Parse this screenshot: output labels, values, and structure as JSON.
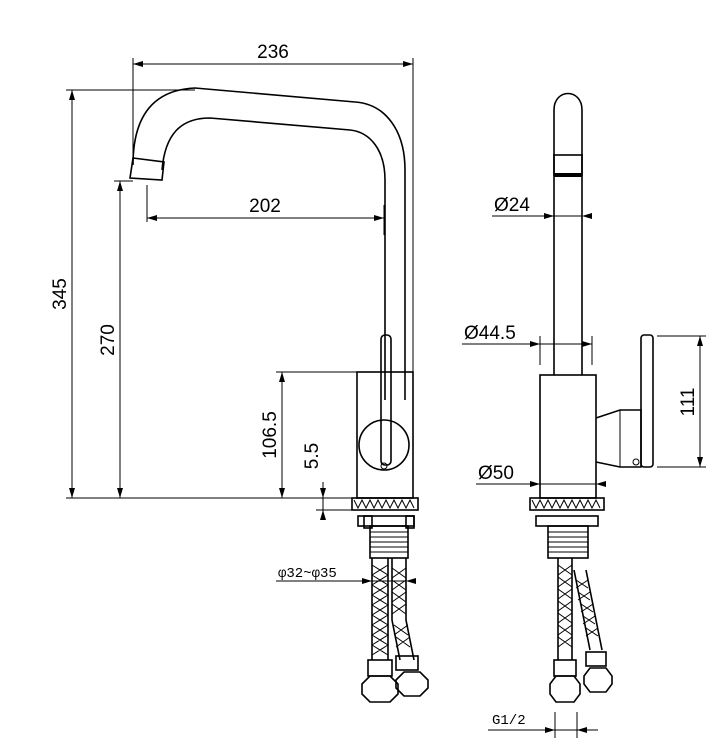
{
  "dimensions": {
    "width_spout": "236",
    "spout_reach": "202",
    "total_height": "345",
    "spout_height": "270",
    "body_height": "106.5",
    "base_offset": "5.5",
    "mount_hole": "φ32~φ35",
    "spout_diameter": "Ø24",
    "body_diameter": "Ø44.5",
    "base_diameter": "Ø50",
    "handle_height": "111",
    "thread": "G1/2"
  }
}
